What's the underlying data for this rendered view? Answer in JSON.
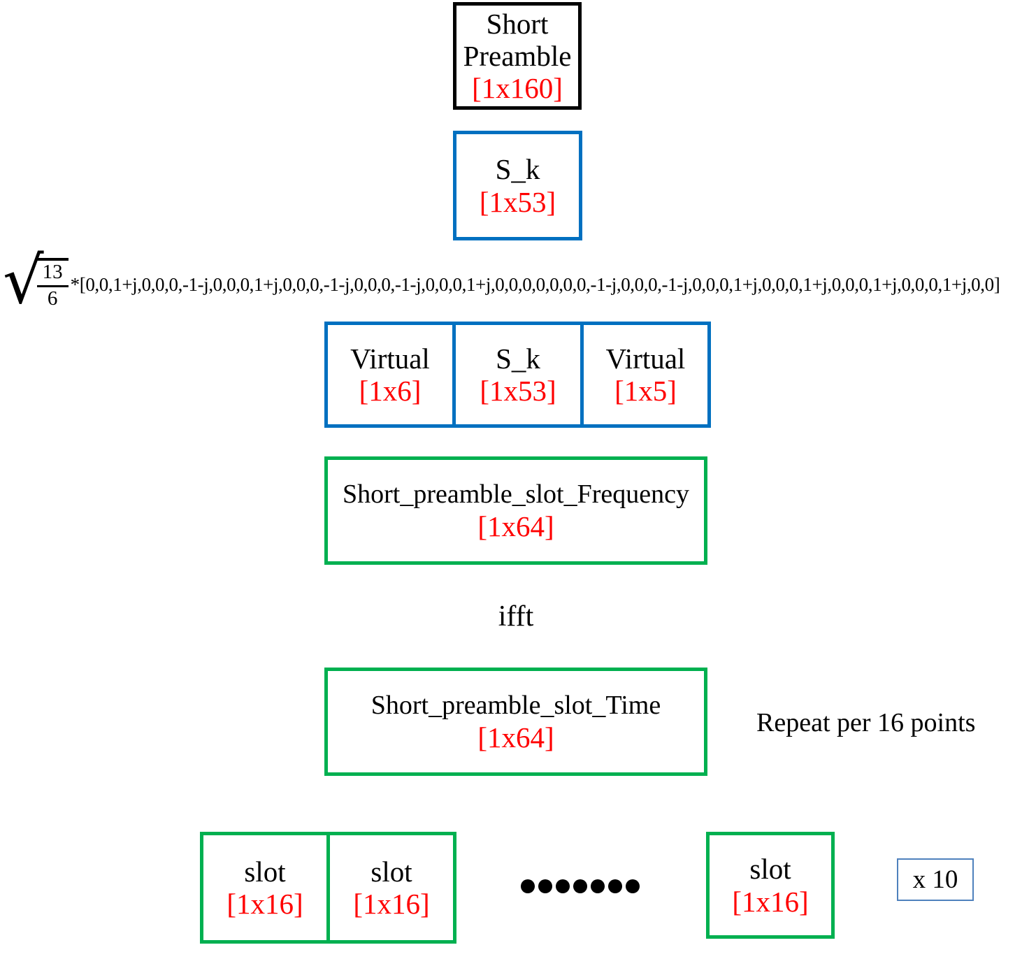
{
  "colors": {
    "box_black": "#000000",
    "box_blue": "#0070C0",
    "box_green": "#00B050",
    "dim_red": "#FF0000",
    "multiplier_border": "#4F81BD"
  },
  "flow": {
    "short_preamble": {
      "line1": "Short",
      "line2": "Preamble",
      "dim": "[1x160]"
    },
    "sk": {
      "label": "S_k",
      "dim": "[1x53]"
    },
    "formula": {
      "num": "13",
      "den": "6",
      "sequence": "*[0,0,1+j,0,0,0,-1-j,0,0,0,1+j,0,0,0,-1-j,0,0,0,-1-j,0,0,0,1+j,0,0,0,0,0,0,0,-1-j,0,0,0,-1-j,0,0,0,1+j,0,0,0,1+j,0,0,0,1+j,0,0,0,1+j,0,0]"
    },
    "mapping_row": {
      "virtual_left": {
        "label": "Virtual",
        "dim": "[1x6]"
      },
      "sk": {
        "label": "S_k",
        "dim": "[1x53]"
      },
      "virtual_right": {
        "label": "Virtual",
        "dim": "[1x5]"
      }
    },
    "frequency": {
      "label": "Short_preamble_slot_Frequency",
      "dim": "[1x64]"
    },
    "ifft_label": "ifft",
    "time": {
      "label": "Short_preamble_slot_Time",
      "dim": "[1x64]"
    },
    "repeat_note": "Repeat per 16 points",
    "slots": {
      "slot1": {
        "label": "slot",
        "dim": "[1x16]"
      },
      "slot2": {
        "label": "slot",
        "dim": "[1x16]"
      },
      "slot3": {
        "label": "slot",
        "dim": "[1x16]"
      },
      "dots_count": 7,
      "multiplier": "x 10"
    }
  }
}
